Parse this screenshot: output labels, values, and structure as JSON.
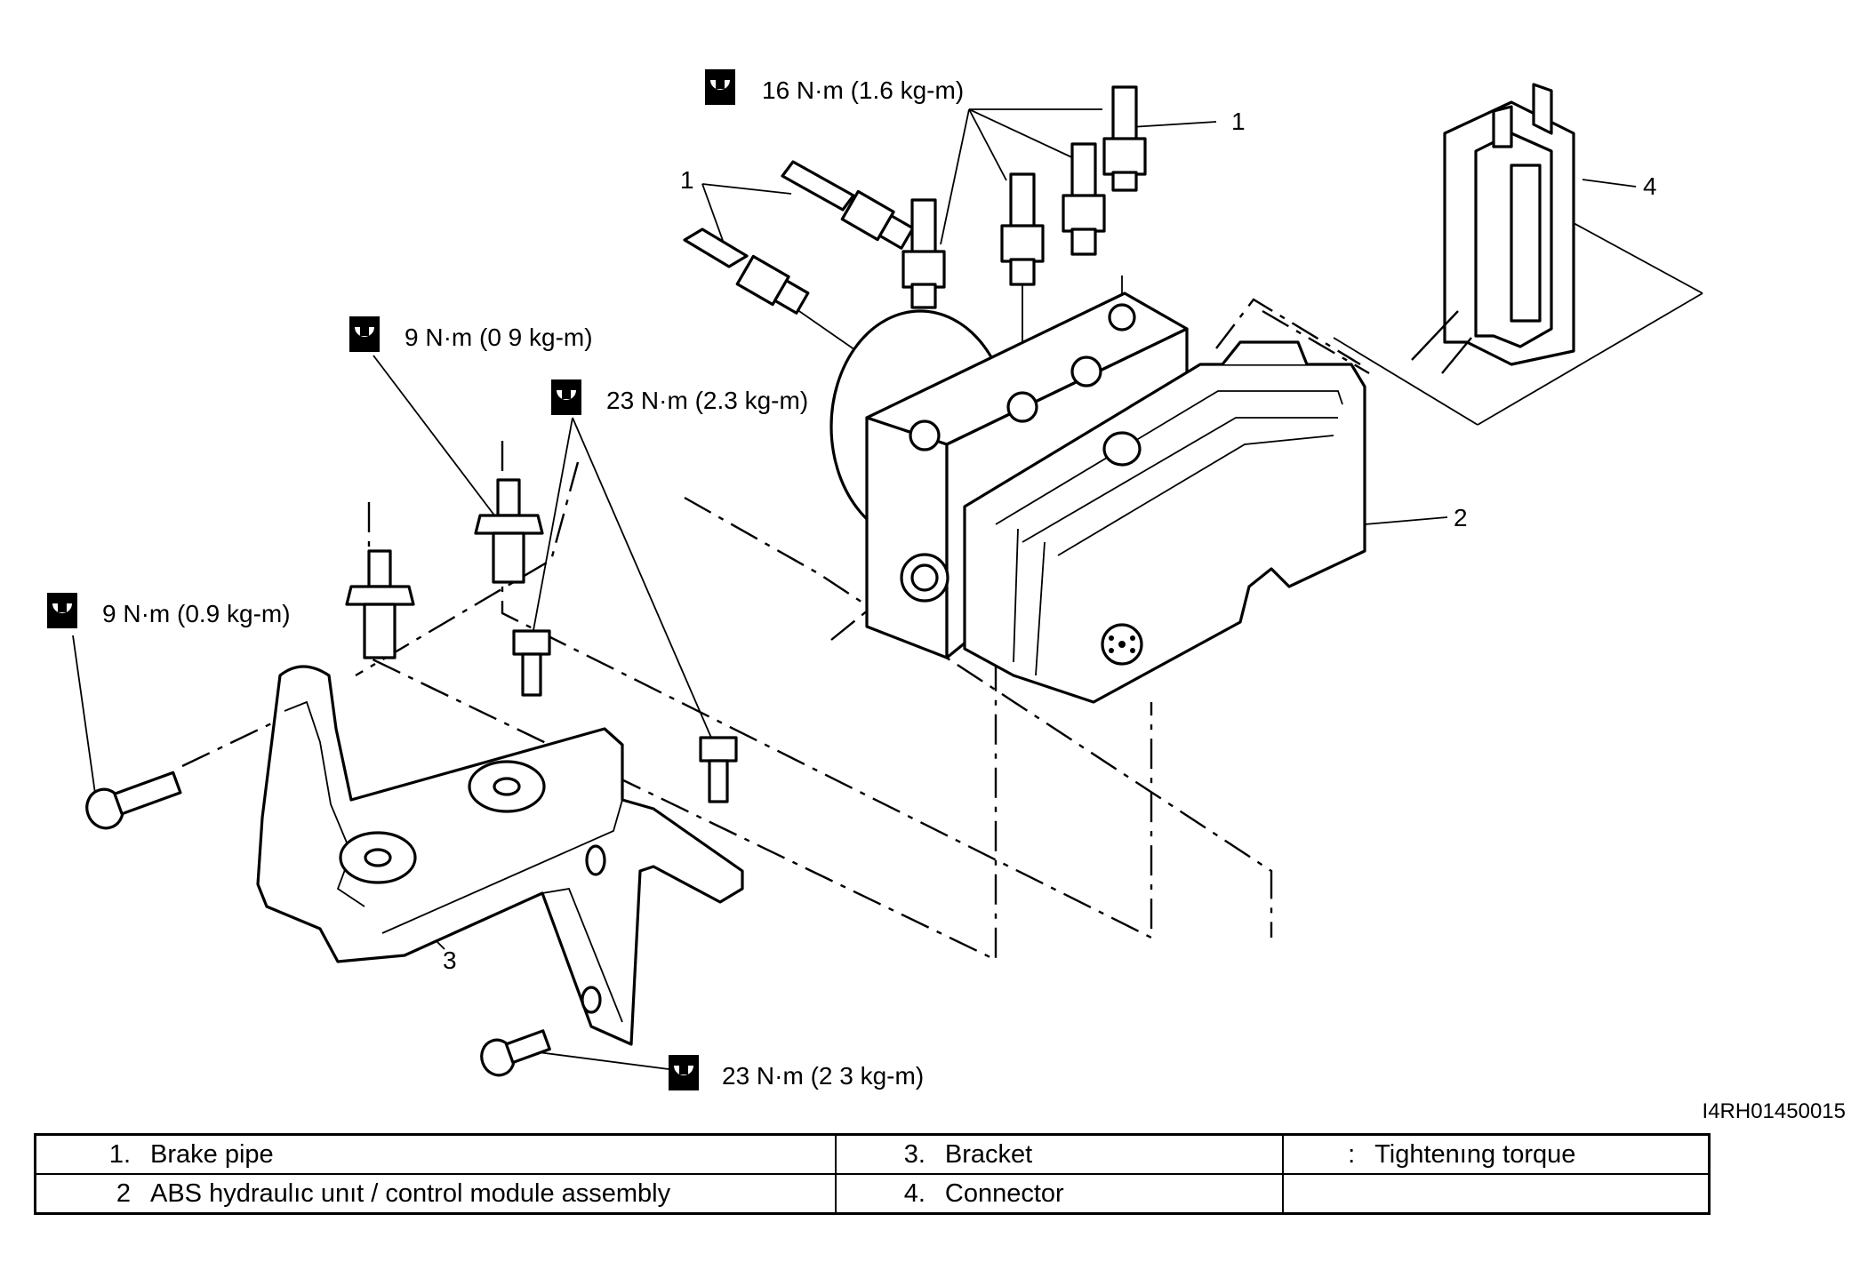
{
  "figure_id": "I4RH01450015",
  "callouts": {
    "brake_pipe_top": "1",
    "brake_pipe_left": "1",
    "abs_unit": "2",
    "bracket": "3",
    "connector": "4"
  },
  "torques": {
    "pipe_nuts": "16 N·m (1.6 kg-m)",
    "stud_upper": "9 N·m (0 9 kg-m)",
    "bolt_upper": "23 N·m (2.3 kg-m)",
    "bolt_left": "9 N·m (0.9 kg-m)",
    "bolt_lower": "23 N·m (2 3 kg-m)"
  },
  "legend": {
    "rows": [
      [
        {
          "num": "1.",
          "label": "Brake pipe"
        },
        {
          "num": "3.",
          "label": "Bracket"
        },
        {
          "num": ":",
          "label": "Tightenıng torque"
        }
      ],
      [
        {
          "num": "2",
          "label": "ABS hydraulıc unıt / control module assembly"
        },
        {
          "num": "4.",
          "label": "Connector"
        },
        {
          "num": "",
          "label": ""
        }
      ]
    ]
  },
  "icons": [
    "torque-wrench-icon"
  ],
  "colors": {
    "ink": "#000000",
    "paper": "#ffffff"
  }
}
